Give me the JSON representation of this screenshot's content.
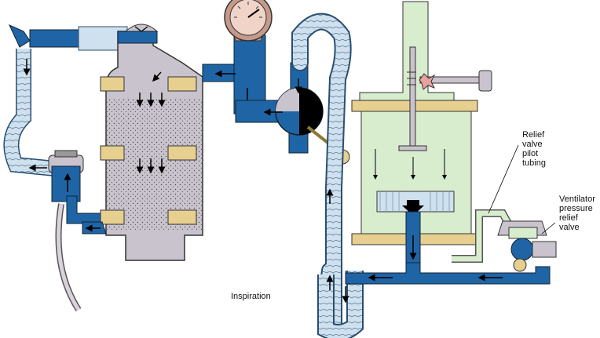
{
  "labels": {
    "relief_pilot": "Relief\nvalve\npilot\ntubing",
    "ventilator_relief": "Ventilator\npressure\nrelief\nvalve",
    "caption": "Inspiration"
  },
  "colors": {
    "flow_blue": "#1f65a6",
    "tube_light": "#cfe0ee",
    "canister_gray": "#c9c3cd",
    "bellows_green": "#d8edce",
    "band_tan": "#e6cf8f",
    "gauge_face": "#f0d4c8"
  },
  "icons": [
    "pressure-gauge-icon",
    "check-valve-icon",
    "flow-arrow-icon"
  ]
}
